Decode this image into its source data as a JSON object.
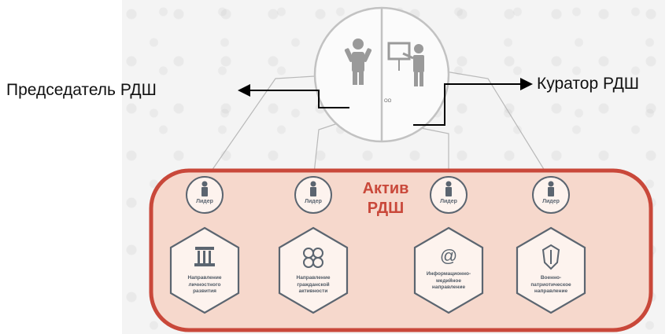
{
  "labels": {
    "chairman": "Председатель РДШ",
    "curator": "Куратор РДШ",
    "active_line1": "Актив",
    "active_line2": "РДШ",
    "center_mark": "ОО"
  },
  "leaders": [
    {
      "label": "Лидер"
    },
    {
      "label": "Лидер"
    },
    {
      "label": "Лидер"
    },
    {
      "label": "Лидер"
    }
  ],
  "directions": [
    {
      "line1": "Направление",
      "line2": "личностного",
      "line3": "развития",
      "icon": "column-icon"
    },
    {
      "line1": "Направление",
      "line2": "гражданской",
      "line3": "активности",
      "icon": "hands-icon"
    },
    {
      "line1": "Информационно-",
      "line2": "медийное",
      "line3": "направление",
      "icon": "at-sign-icon"
    },
    {
      "line1": "Военно-",
      "line2": "патриотическое",
      "line3": "направление",
      "icon": "shield-icon"
    }
  ],
  "colors": {
    "accent_red": "#c9483a",
    "panel_fill": "#f6d8cc",
    "icon_gray": "#5b6570",
    "line_gray": "#b9b9b9"
  }
}
